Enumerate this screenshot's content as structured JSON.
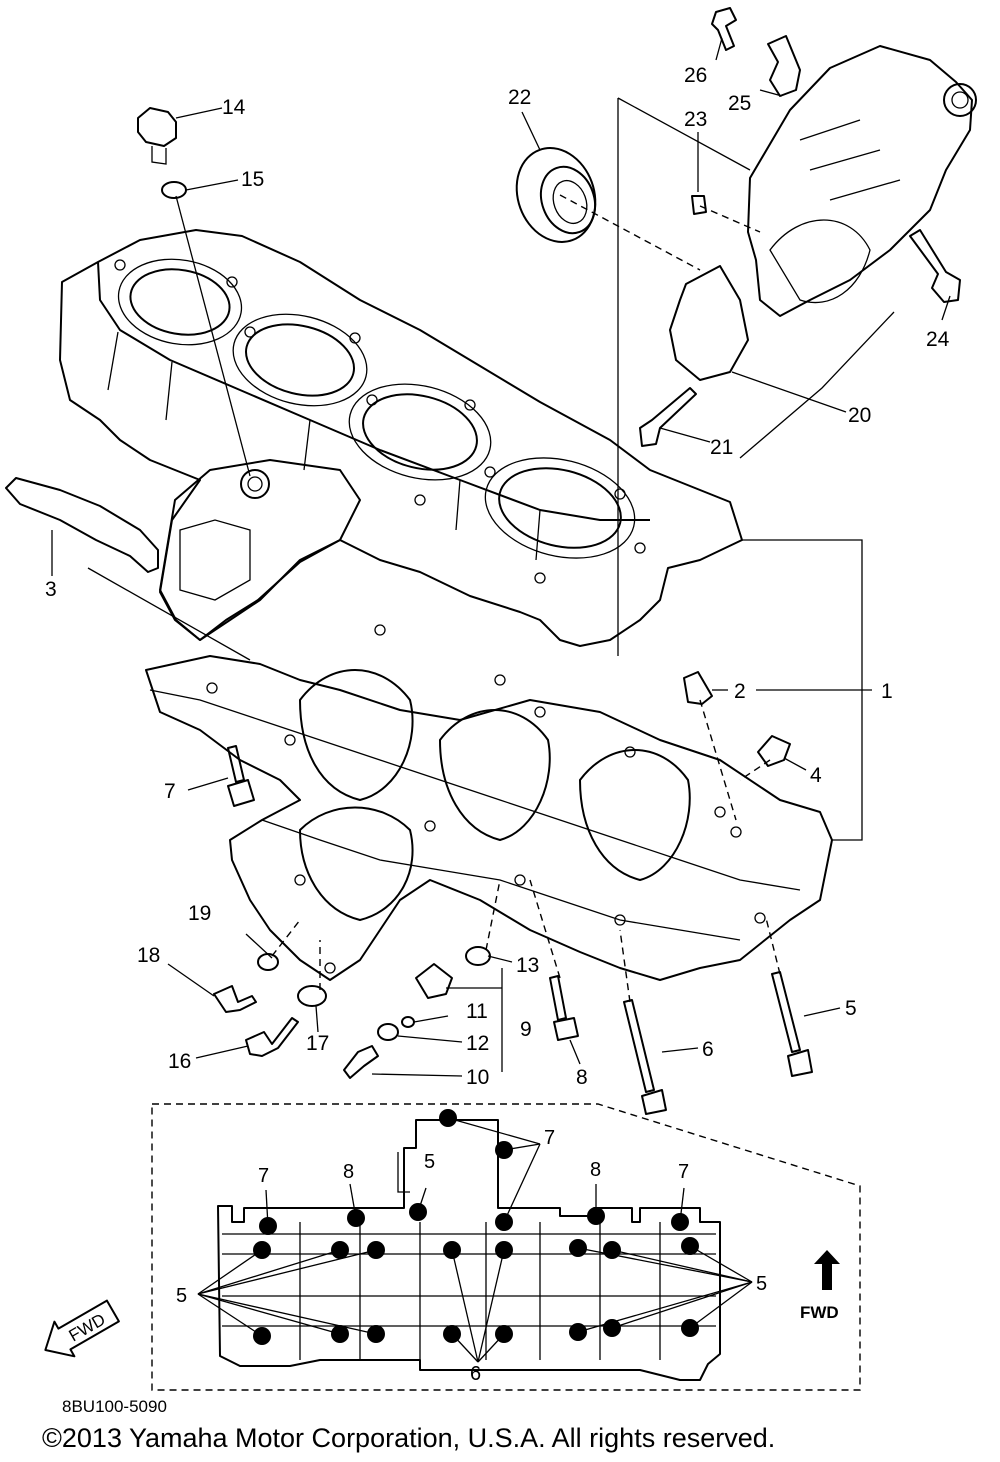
{
  "callouts": [
    {
      "id": "1",
      "text": "1"
    },
    {
      "id": "2",
      "text": "2"
    },
    {
      "id": "3",
      "text": "3"
    },
    {
      "id": "4",
      "text": "4"
    },
    {
      "id": "5",
      "text": "5"
    },
    {
      "id": "6",
      "text": "6"
    },
    {
      "id": "7",
      "text": "7"
    },
    {
      "id": "8",
      "text": "8"
    },
    {
      "id": "9",
      "text": "9"
    },
    {
      "id": "10",
      "text": "10"
    },
    {
      "id": "11",
      "text": "11"
    },
    {
      "id": "12",
      "text": "12"
    },
    {
      "id": "13",
      "text": "13"
    },
    {
      "id": "14",
      "text": "14"
    },
    {
      "id": "15",
      "text": "15"
    },
    {
      "id": "16",
      "text": "16"
    },
    {
      "id": "17",
      "text": "17"
    },
    {
      "id": "18",
      "text": "18"
    },
    {
      "id": "19",
      "text": "19"
    },
    {
      "id": "20",
      "text": "20"
    },
    {
      "id": "21",
      "text": "21"
    },
    {
      "id": "22",
      "text": "22"
    },
    {
      "id": "23",
      "text": "23"
    },
    {
      "id": "24",
      "text": "24"
    },
    {
      "id": "25",
      "text": "25"
    },
    {
      "id": "26",
      "text": "26"
    }
  ],
  "inset": {
    "labels": {
      "top_7": "7",
      "left_7": "7",
      "left_8": "8",
      "mid_5": "5",
      "right_8": "8",
      "right_7": "7",
      "left_5": "5",
      "right_5": "5",
      "bottom_6": "6"
    },
    "fwd_label": "FWD"
  },
  "fwd_badge": "FWD",
  "diagram_code": "8BU100-5090",
  "copyright": "©2013 Yamaha Motor Corporation, U.S.A. All rights reserved."
}
